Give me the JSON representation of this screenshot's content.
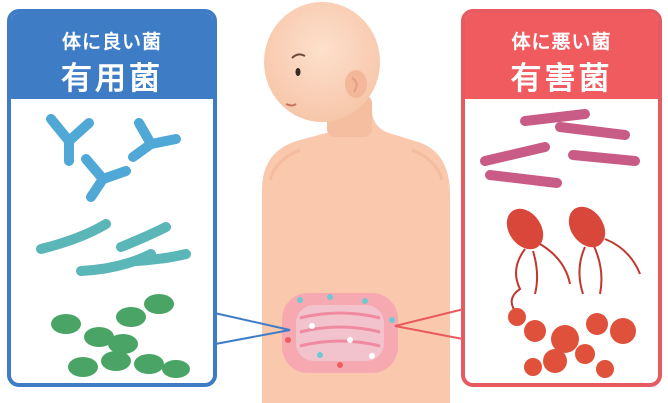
{
  "good_bacteria": {
    "subtitle": "体に良い菌",
    "title": "有用菌",
    "color": "#3e7cc6"
  },
  "bad_bacteria": {
    "subtitle": "体に悪い菌",
    "title": "有害菌",
    "color": "#f05b5f"
  }
}
